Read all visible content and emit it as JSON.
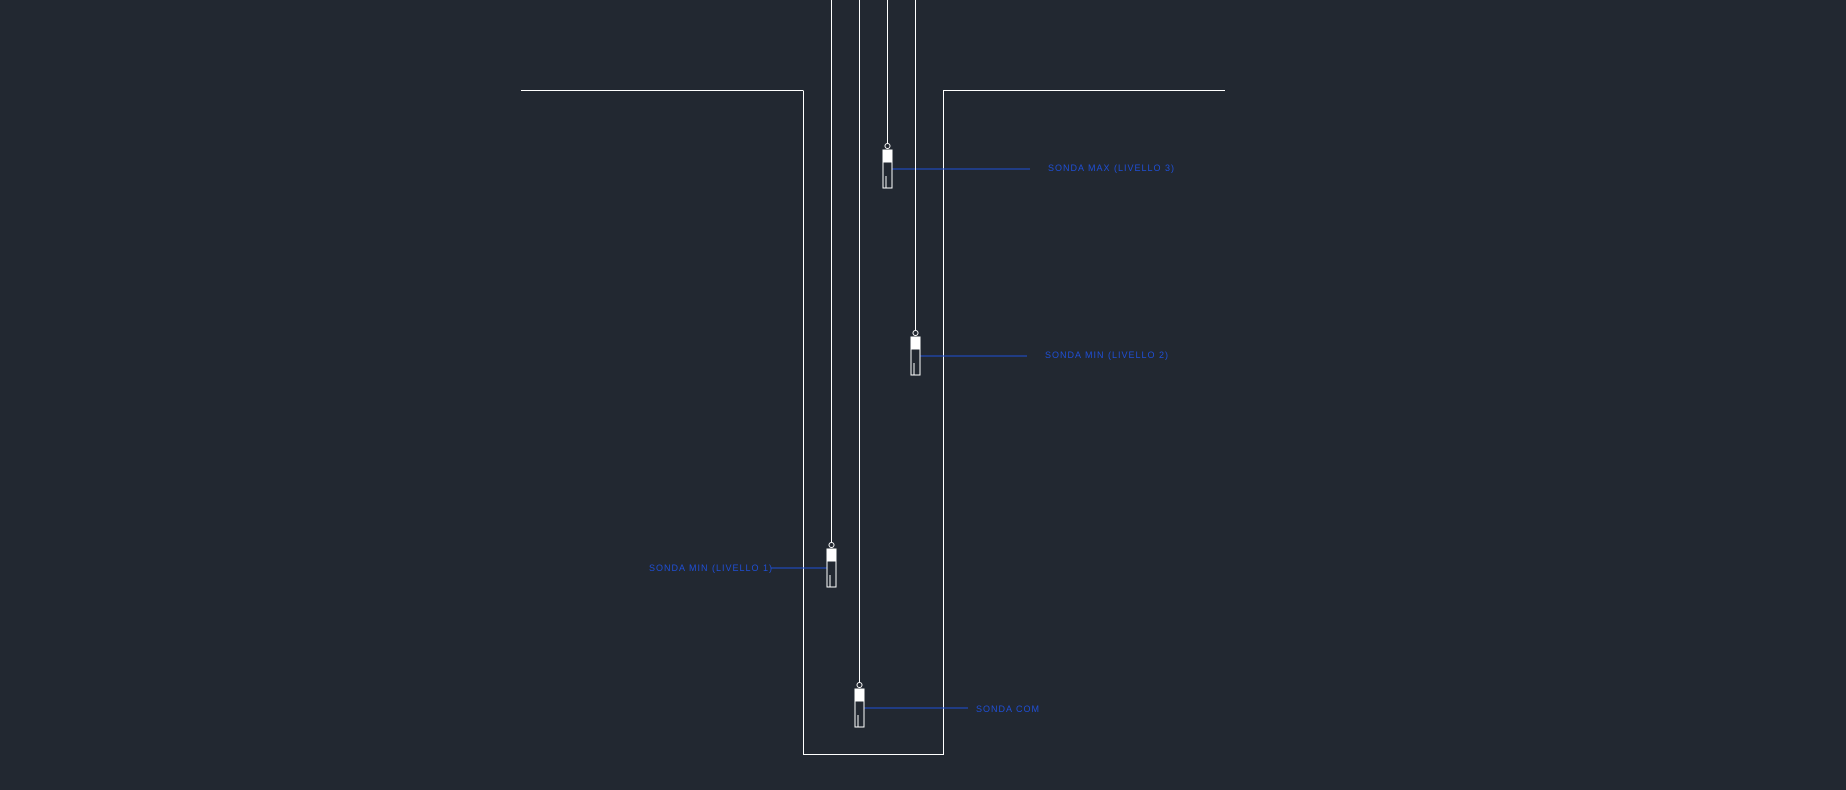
{
  "drawing": {
    "background": "#222831",
    "line_color": "#ffffff",
    "annotation_color": "#1f4fd6"
  },
  "probes": [
    {
      "id": "max3",
      "label": "SONDA MAX (LIVELLO 3)",
      "side": "right"
    },
    {
      "id": "min2",
      "label": "SONDA MIN (LIVELLO 2)",
      "side": "right"
    },
    {
      "id": "min1",
      "label": "SONDA MIN (LIVELLO 1)",
      "side": "left"
    },
    {
      "id": "com",
      "label": "SONDA COM",
      "side": "right"
    }
  ]
}
